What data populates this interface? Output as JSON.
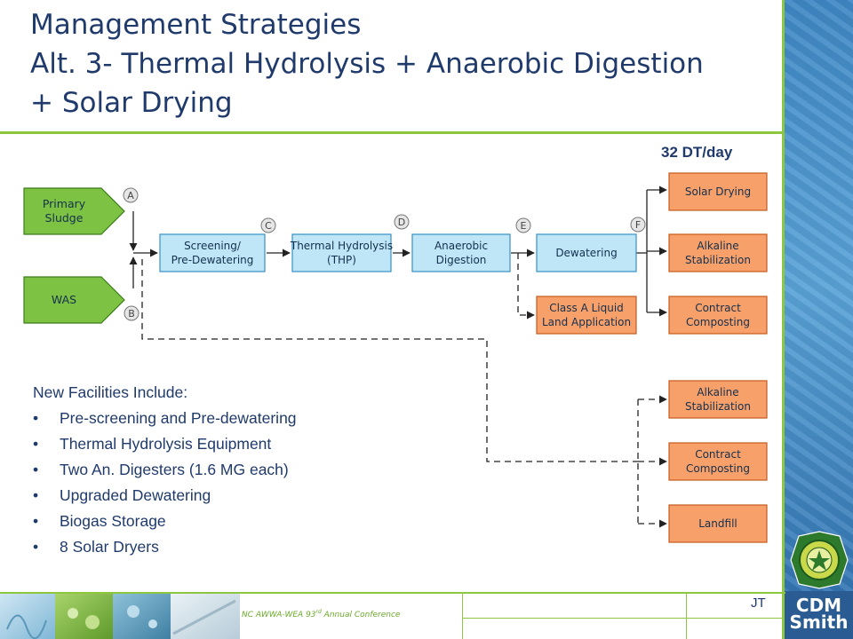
{
  "title": {
    "line1": "Management Strategies",
    "line2": "Alt. 3- Thermal Hydrolysis + Anaerobic Digestion",
    "line3": "+ Solar Drying"
  },
  "rate_label": "32 DT/day",
  "diagram": {
    "inputs": [
      {
        "line1": "Primary",
        "line2": "Sludge"
      },
      {
        "line1": "WAS",
        "line2": ""
      }
    ],
    "markers": [
      "A",
      "B",
      "C",
      "D",
      "E",
      "F"
    ],
    "process_steps": [
      {
        "line1": "Screening/",
        "line2": "Pre-Dewatering"
      },
      {
        "line1": "Thermal Hydrolysis",
        "line2": "(THP)"
      },
      {
        "line1": "Anaerobic",
        "line2": "Digestion"
      },
      {
        "line1": "Dewatering",
        "line2": ""
      }
    ],
    "outcomes_main": [
      {
        "line1": "Solar Drying",
        "line2": ""
      },
      {
        "line1": "Alkaline",
        "line2": "Stabilization"
      },
      {
        "line1": "Contract",
        "line2": "Composting"
      }
    ],
    "outcome_liquid": {
      "line1": "Class A Liquid",
      "line2": "Land Application"
    },
    "outcomes_bypass": [
      {
        "line1": "Alkaline",
        "line2": "Stabilization"
      },
      {
        "line1": "Contract",
        "line2": "Composting"
      },
      {
        "line1": "Landfill",
        "line2": ""
      }
    ]
  },
  "facilities": {
    "heading": "New Facilities Include:",
    "items": [
      "Pre-screening and Pre-dewatering",
      "Thermal Hydrolysis Equipment",
      "Two An. Digesters (1.6 MG each)",
      "Upgraded Dewatering",
      "Biogas Storage",
      "8 Solar Dryers"
    ]
  },
  "footer": {
    "conference_base": "NC AWWA-WEA 93",
    "conference_sup": "rd",
    "conference_rest": " Annual Conference",
    "initials": "JT"
  },
  "logo": {
    "line1": "CDM",
    "line2": "Smith"
  },
  "colors": {
    "title": "#1f3a6b",
    "accent_green": "#8dc63f",
    "input_fill": "#7dc242",
    "process_fill": "#bfe6f7",
    "outcome_fill": "#f7a06a"
  }
}
